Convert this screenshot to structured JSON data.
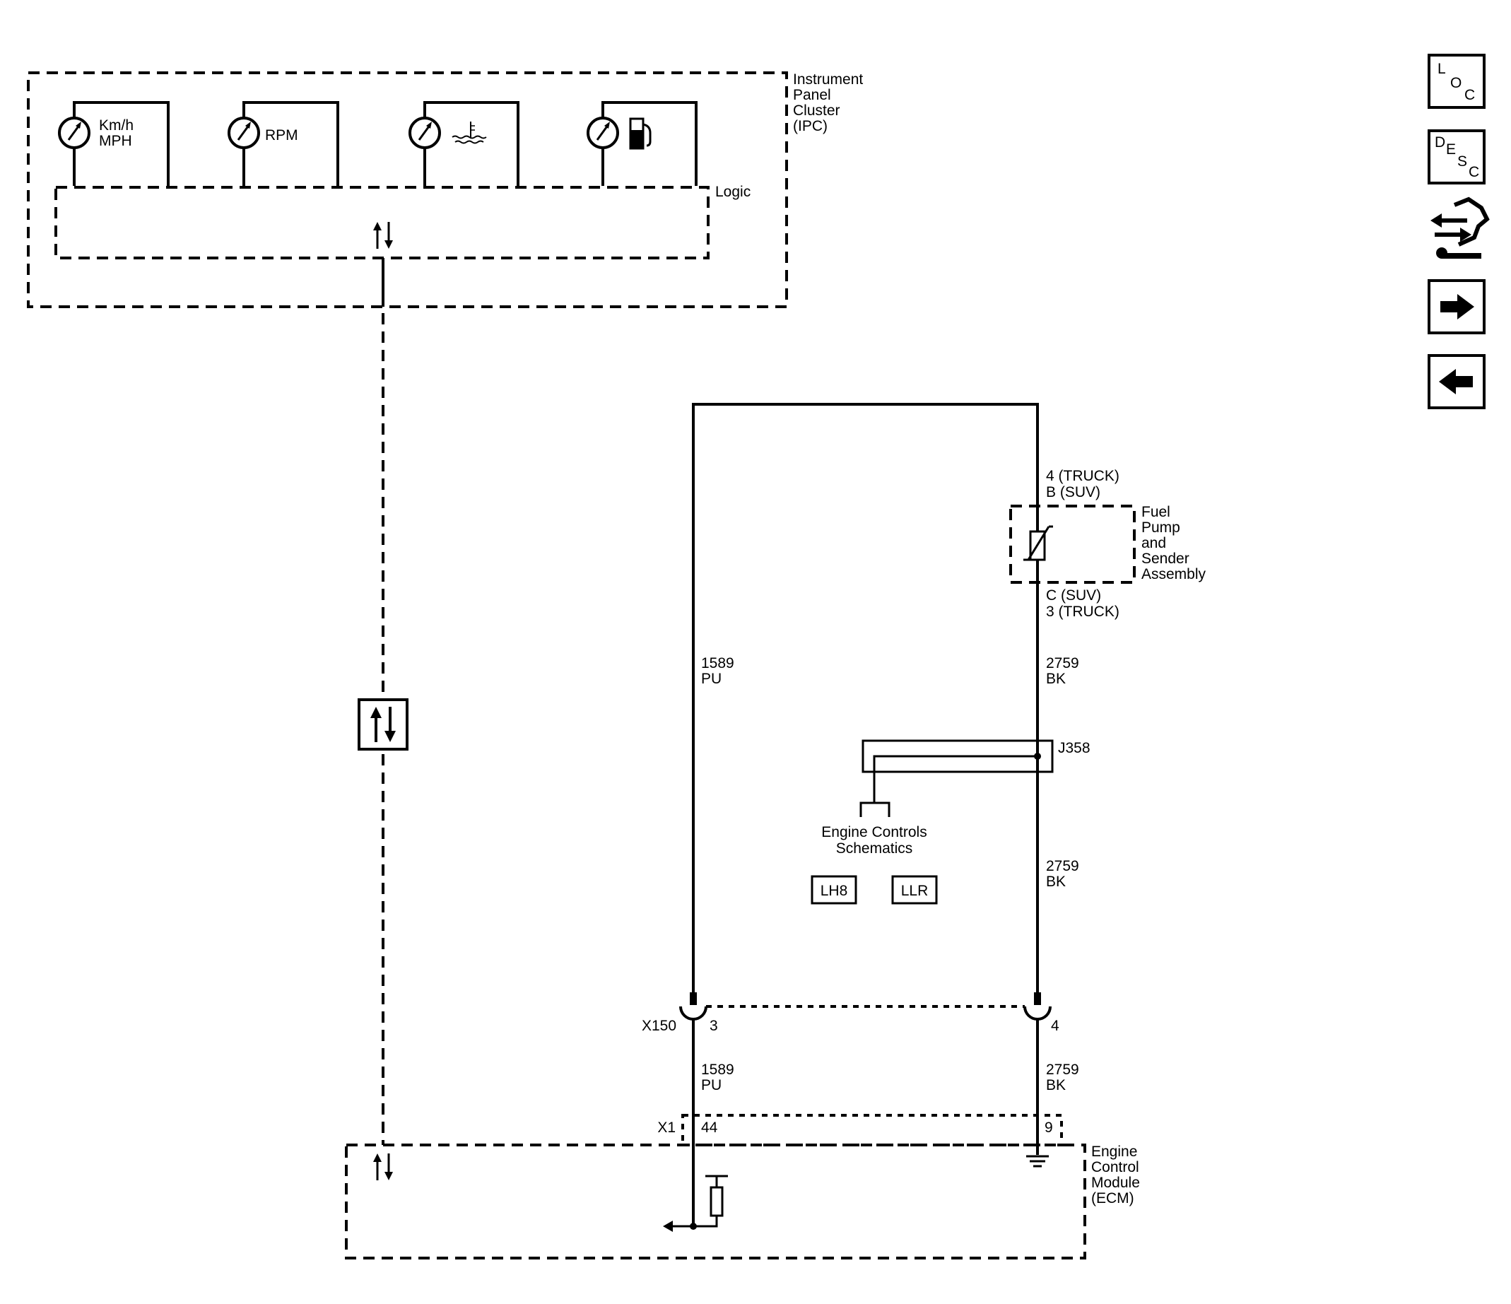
{
  "ipc": {
    "title_lines": [
      "Instrument",
      "Panel",
      "Cluster",
      "(IPC)"
    ],
    "logic_label": "Logic",
    "gauges": [
      {
        "name": "speedometer",
        "label_lines": [
          "Km/h",
          "MPH"
        ]
      },
      {
        "name": "tachometer",
        "label_lines": [
          "RPM"
        ]
      },
      {
        "name": "coolant-temperature-gauge",
        "label_lines": [],
        "icon": "coolant-temperature-icon"
      },
      {
        "name": "fuel-gauge",
        "label_lines": [],
        "icon": "fuel-pump-icon"
      }
    ]
  },
  "fuel_pump": {
    "title_lines": [
      "Fuel",
      "Pump",
      "and",
      "Sender",
      "Assembly"
    ],
    "top_pin_lines": [
      "4 (TRUCK)",
      "B (SUV)"
    ],
    "bottom_pin_lines": [
      "C (SUV)",
      "3 (TRUCK)"
    ]
  },
  "wires": {
    "left_upper": [
      "1589",
      "PU"
    ],
    "right_upper": [
      "2759",
      "BK"
    ],
    "right_middle": [
      "2759",
      "BK"
    ],
    "left_lower": [
      "1589",
      "PU"
    ],
    "right_lower": [
      "2759",
      "BK"
    ]
  },
  "splice": {
    "label": "J358",
    "ref_lines": [
      "Engine Controls",
      "Schematics"
    ],
    "ref_buttons": [
      "LH8",
      "LLR"
    ]
  },
  "connector_x150": {
    "label": "X150",
    "pin_left": "3",
    "pin_right": "4"
  },
  "connector_x1": {
    "label": "X1",
    "pin_left": "44",
    "pin_right": "9"
  },
  "ecm": {
    "title_lines": [
      "Engine",
      "Control",
      "Module",
      "(ECM)"
    ]
  },
  "side_nav": [
    {
      "name": "loc-button",
      "letters": [
        "L",
        "O",
        "C"
      ]
    },
    {
      "name": "desc-button",
      "letters": [
        "D",
        "E",
        "S",
        "C"
      ]
    },
    {
      "name": "connector-end-view-icon"
    },
    {
      "name": "next-page-button",
      "icon": "right-arrow-icon"
    },
    {
      "name": "previous-page-button",
      "icon": "left-arrow-icon"
    }
  ]
}
